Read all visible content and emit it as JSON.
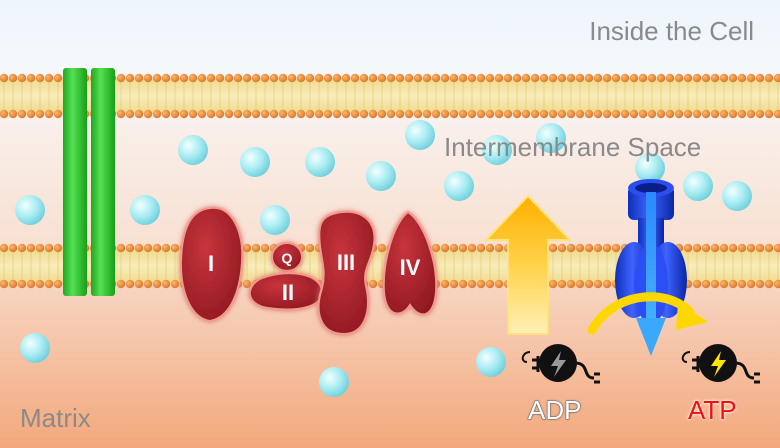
{
  "regions": {
    "inside": "Inside the Cell",
    "intermembrane": "Intermembrane Space",
    "matrix": "Matrix"
  },
  "complexes": {
    "c1": "I",
    "c2": "II",
    "q": "Q",
    "c3": "III",
    "c4": "IV"
  },
  "energy": {
    "adp": "ADP",
    "atp": "ATP"
  },
  "colors": {
    "membrane": "#f3e3a0",
    "lipid_head": "#e08a3c",
    "complex": "#b3242b",
    "channel": "#2ec92e",
    "synthase": "#1a3fe0",
    "proton": "#9fe6ee",
    "gradient_arrow": "#ffc21a",
    "atp_text": "#ff0a0a"
  }
}
